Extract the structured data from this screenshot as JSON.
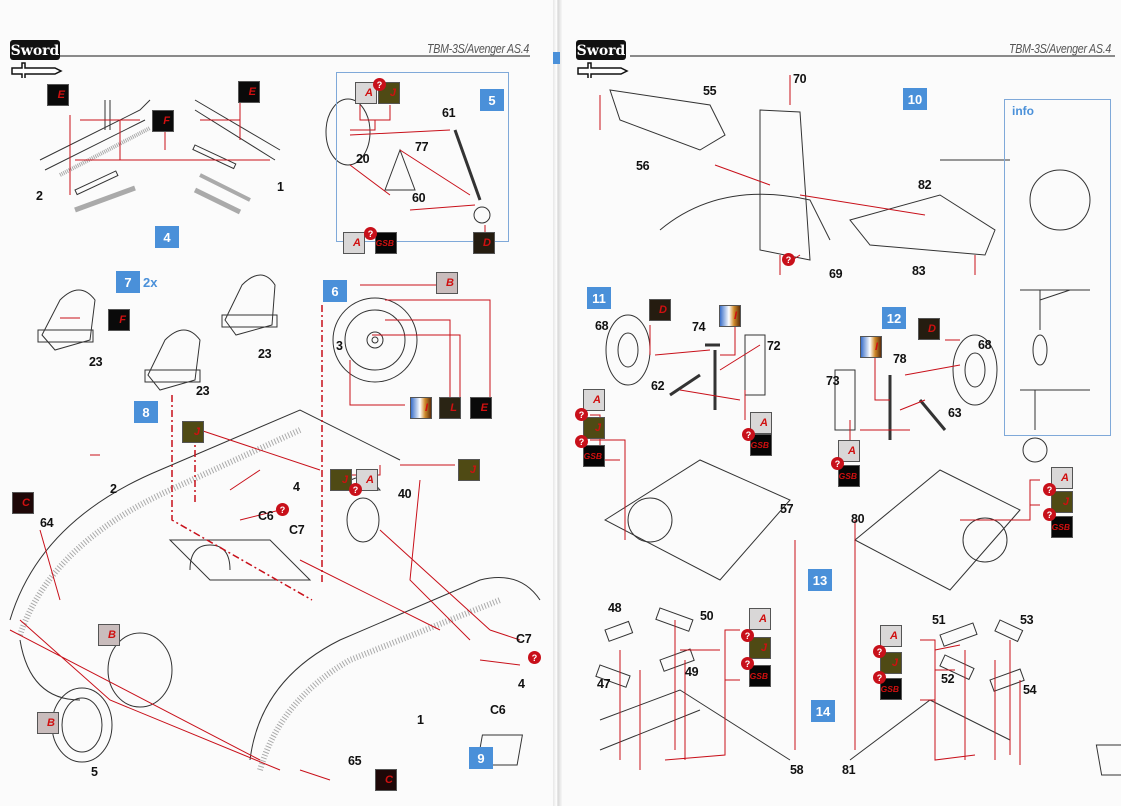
{
  "document": {
    "brand": "Sword",
    "swatch_colors": {
      "A": "#d9d7d7",
      "B": "#c9bcbc",
      "C": "#1e0808",
      "D": "#251c10",
      "E": "#0a0a0a",
      "F": "#0a0a0a",
      "J": "#4f4a14",
      "L": "#2a2414",
      "GSB": "#060606",
      "I": "linear-gradient(90deg,#3a6fc9,#ffffff 45%,#d08a2a 70%,#5a2c0a)"
    },
    "step_color": "#4a90d9",
    "leader_color": "#c8101a"
  },
  "pages": {
    "left": {
      "header_title": "TBM-3S/Avenger AS.4",
      "steps": [
        {
          "n": "4"
        },
        {
          "n": "5"
        },
        {
          "n": "6"
        },
        {
          "n": "7",
          "extra": "2x"
        },
        {
          "n": "8"
        },
        {
          "n": "9"
        }
      ],
      "parts": {
        "p2_step4": "2",
        "p1_step4": "1",
        "p61": "61",
        "p20": "20",
        "p77": "77",
        "p60": "60",
        "p23a": "23",
        "p23b": "23",
        "p23c": "23",
        "p3": "3",
        "p2_step8": "2",
        "p64": "64",
        "p4a": "4",
        "pC6a": "C6",
        "pC7a": "C7",
        "p40": "40",
        "p5": "5",
        "p1_step9": "1",
        "p65": "65",
        "pC7b": "C7",
        "p4b": "4",
        "pC6b": "C6"
      },
      "swatches": [
        {
          "code": "E"
        },
        {
          "code": "F"
        },
        {
          "code": "E"
        },
        {
          "code": "A"
        },
        {
          "code": "J"
        },
        {
          "code": "A"
        },
        {
          "code": "GSB"
        },
        {
          "code": "D"
        },
        {
          "code": "F"
        },
        {
          "code": "B"
        },
        {
          "code": "I"
        },
        {
          "code": "L"
        },
        {
          "code": "E"
        },
        {
          "code": "J"
        },
        {
          "code": "J"
        },
        {
          "code": "A"
        },
        {
          "code": "J"
        },
        {
          "code": "C"
        },
        {
          "code": "B"
        },
        {
          "code": "B"
        },
        {
          "code": "C"
        }
      ],
      "question_mark": "?"
    },
    "right": {
      "header_title": "TBM-3S/Avenger AS.4",
      "info_label": "info",
      "steps": [
        {
          "n": "10"
        },
        {
          "n": "11"
        },
        {
          "n": "12"
        },
        {
          "n": "13"
        },
        {
          "n": "14"
        }
      ],
      "parts": {
        "p55": "55",
        "p56": "56",
        "p70": "70",
        "p69": "69",
        "p82": "82",
        "p83": "83",
        "p68a": "68",
        "p74": "74",
        "p72": "72",
        "p62": "62",
        "p68b": "68",
        "p78": "78",
        "p73": "73",
        "p63": "63",
        "p57": "57",
        "p80": "80",
        "p48": "48",
        "p50": "50",
        "p47": "47",
        "p49": "49",
        "p58": "58",
        "p51": "51",
        "p53": "53",
        "p52": "52",
        "p54": "54",
        "p81": "81"
      },
      "swatches": [
        {
          "code": "D"
        },
        {
          "code": "I"
        },
        {
          "code": "A"
        },
        {
          "code": "J"
        },
        {
          "code": "GSB"
        },
        {
          "code": "A"
        },
        {
          "code": "GSB"
        },
        {
          "code": "I"
        },
        {
          "code": "D"
        },
        {
          "code": "A"
        },
        {
          "code": "GSB"
        },
        {
          "code": "A"
        },
        {
          "code": "J"
        },
        {
          "code": "GSB"
        },
        {
          "code": "A"
        },
        {
          "code": "J"
        },
        {
          "code": "GSB"
        },
        {
          "code": "A"
        },
        {
          "code": "J"
        },
        {
          "code": "GSB"
        }
      ],
      "question_mark": "?"
    }
  }
}
